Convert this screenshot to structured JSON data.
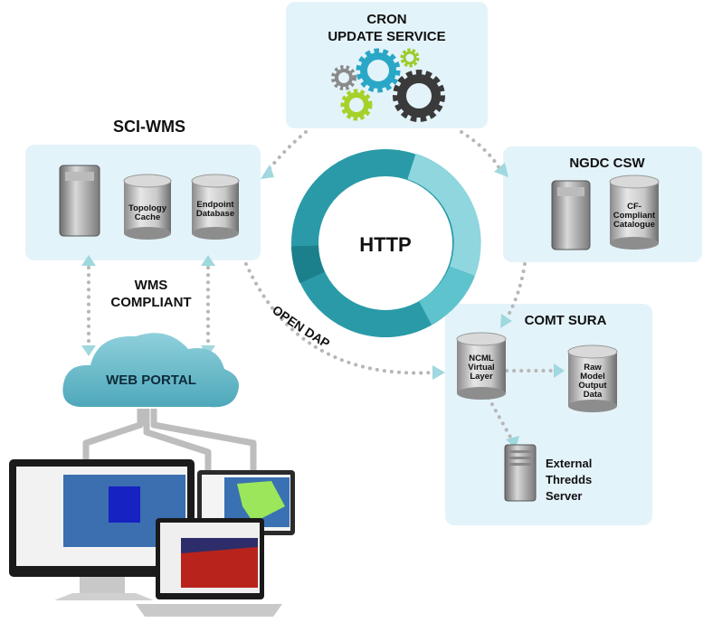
{
  "cron": {
    "title_line1": "CRON",
    "title_line2": "UPDATE SERVICE"
  },
  "sciwms": {
    "title": "SCI-WMS",
    "topology": [
      "Topology",
      "Cache"
    ],
    "endpoint": [
      "Endpoint",
      "Database"
    ]
  },
  "ngdc": {
    "title": "NGDC CSW",
    "catalogue": [
      "CF-",
      "Compliant",
      "Catalogue"
    ]
  },
  "center": {
    "label": "HTTP"
  },
  "wms": {
    "line1": "WMS",
    "line2": "COMPLIANT"
  },
  "portal": {
    "label": "WEB PORTAL"
  },
  "opendap": {
    "label": "OPEN DAP"
  },
  "comt": {
    "title": "COMT SURA",
    "ncml": [
      "NCML",
      "Virtual",
      "Layer"
    ],
    "raw": [
      "Raw",
      "Model",
      "Output",
      "Data"
    ],
    "thredds": [
      "External",
      "Thredds",
      "Server"
    ]
  },
  "colors": {
    "panel": "#e3f3fa",
    "ring_dark": "#2a9aa8",
    "ring_light": "#8fd6de",
    "cloud": "#6cbccb",
    "arrow": "#9fd8de",
    "dots": "#b7b7b7"
  }
}
